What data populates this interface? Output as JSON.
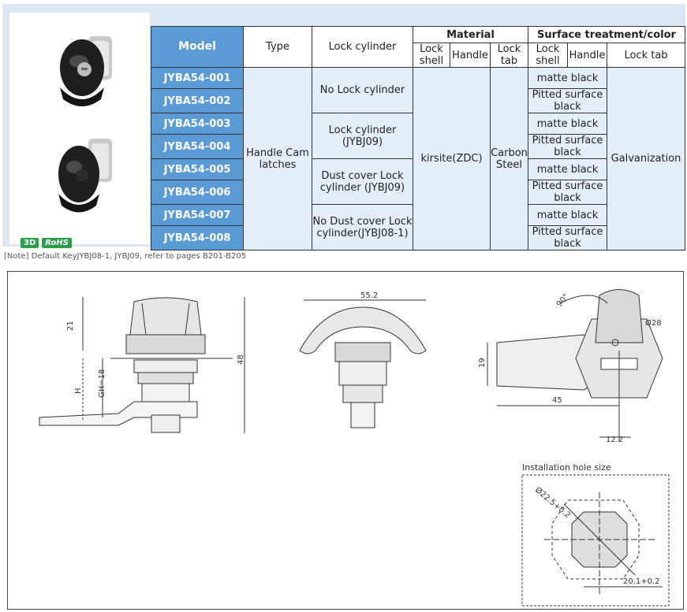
{
  "badges": {
    "three_d": "3D",
    "rohs": "RoHS"
  },
  "table": {
    "headers": {
      "model": "Model",
      "type": "Type",
      "lock_cylinder": "Lock cylinder",
      "material": "Material",
      "surface": "Surface treatment/color",
      "lock_shell": "Lock shell",
      "handle": "Handle",
      "lock_tab": "Lock tab"
    },
    "models": [
      "JYBA54-001",
      "JYBA54-002",
      "JYBA54-003",
      "JYBA54-004",
      "JYBA54-005",
      "JYBA54-006",
      "JYBA54-007",
      "JYBA54-008"
    ],
    "type": "Handle Cam latches",
    "cylinders": [
      "No Lock cylinder",
      "Lock cylinder (JYBJ09)",
      "Dust cover Lock cylinder (JYBJ09)",
      "No Dust cover Lock cylinder(JYBJ08-1)"
    ],
    "shell_material": "kirsite(ZDC)",
    "tab_material": "Carbon Steel",
    "finishes": [
      "matte black",
      "Pitted surface black"
    ],
    "tab_finish": "Galvanization"
  },
  "note": "[Note] Default KeyJYBJ08-1, JYBJ09, refer to pages B201-B205",
  "drawing": {
    "dims": {
      "d21": "21",
      "d48": "48",
      "gh": "GH=18",
      "h": "H",
      "d552": "55.2",
      "d90": "90°",
      "d28": "Ø28",
      "d19": "19",
      "d45": "45",
      "d122": "12.2"
    },
    "install_title": "Installation hole size",
    "hole_dia": "Ø22.5+0.2",
    "hole_sq": "20.1+0.2"
  }
}
